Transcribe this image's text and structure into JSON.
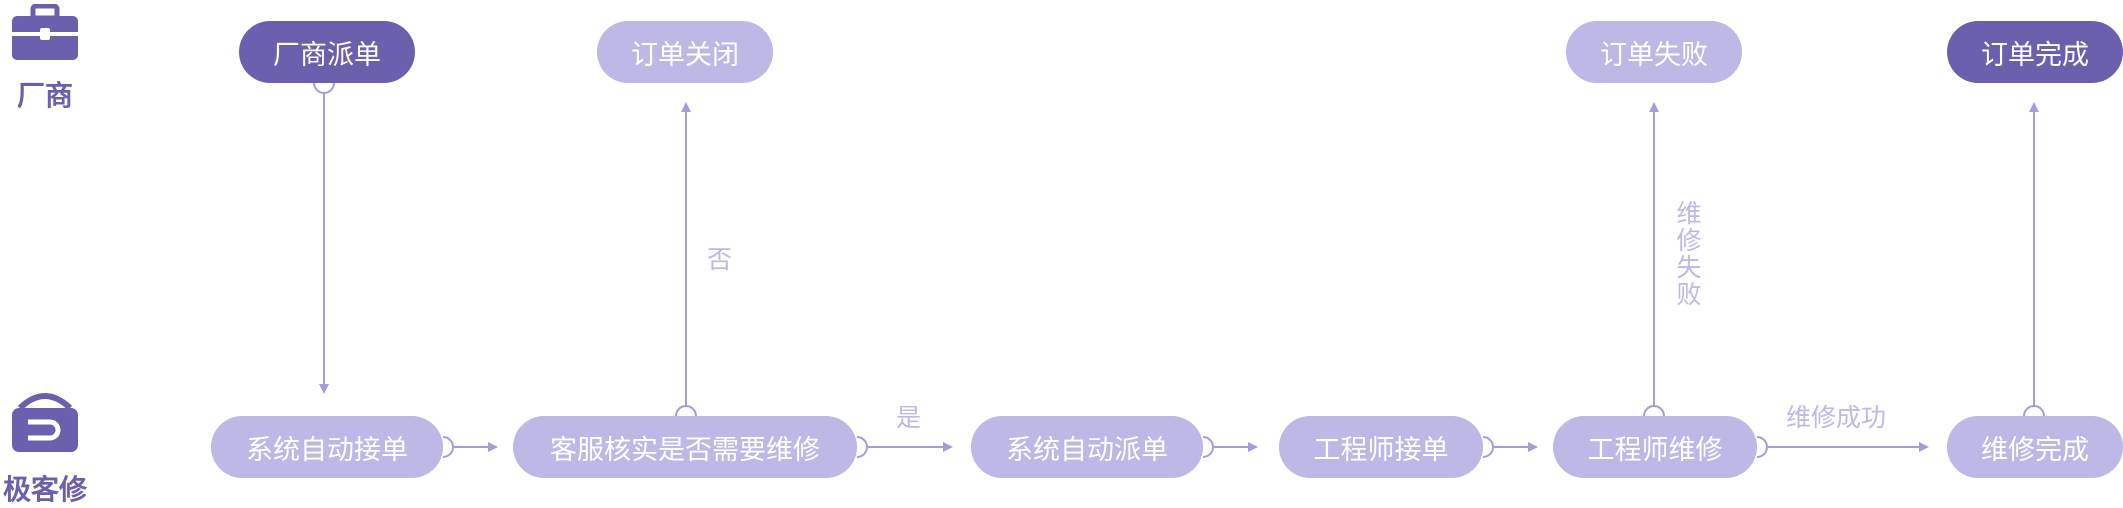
{
  "lanes": {
    "vendor": {
      "label": "厂商",
      "icon": "briefcase-icon"
    },
    "company": {
      "label": "极客修",
      "icon": "brand-logo-icon"
    }
  },
  "nodes": {
    "vendor_dispatch": "厂商派单",
    "order_closed": "订单关闭",
    "order_failed": "订单失败",
    "order_complete": "订单完成",
    "auto_accept": "系统自动接单",
    "verify_repair": "客服核实是否需要维修",
    "auto_dispatch": "系统自动派单",
    "engineer_accept": "工程师接单",
    "engineer_repair": "工程师维修",
    "repair_complete": "维修完成"
  },
  "edge_labels": {
    "no": "否",
    "yes": "是",
    "repair_failed": "维修失败",
    "repair_success": "维修成功"
  },
  "colors": {
    "primary": "#6a60ad",
    "secondary": "#bdb8e6",
    "line": "#a49cdb"
  }
}
